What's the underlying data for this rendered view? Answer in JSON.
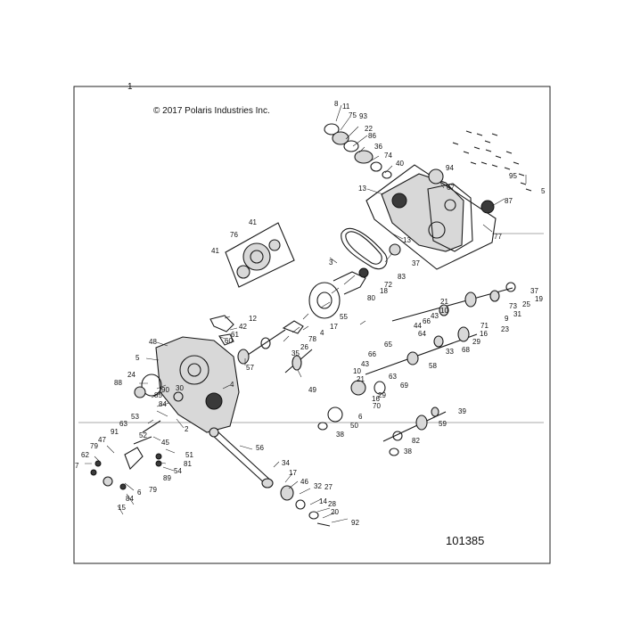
{
  "page_number": "1",
  "copyright": "© 2017 Polaris Industries Inc.",
  "figure_number": "101385",
  "callouts": [
    "8",
    "11",
    "75",
    "93",
    "22",
    "86",
    "36",
    "74",
    "40",
    "94",
    "67",
    "95",
    "5",
    "87",
    "13",
    "13",
    "77",
    "37",
    "83",
    "72",
    "18",
    "80",
    "3",
    "55",
    "17",
    "21",
    "10",
    "43",
    "66",
    "44",
    "64",
    "37",
    "19",
    "25",
    "31",
    "73",
    "9",
    "23",
    "71",
    "16",
    "29",
    "68",
    "76",
    "41",
    "41",
    "12",
    "42",
    "61",
    "60",
    "78",
    "26",
    "35",
    "57",
    "4",
    "65",
    "33",
    "66",
    "43",
    "10",
    "21",
    "58",
    "63",
    "49",
    "29",
    "16",
    "70",
    "69",
    "39",
    "59",
    "6",
    "50",
    "38",
    "82",
    "38",
    "48",
    "5",
    "24",
    "88",
    "30",
    "90",
    "85",
    "84",
    "4",
    "53",
    "52",
    "2",
    "63",
    "45",
    "91",
    "79",
    "47",
    "62",
    "7",
    "81",
    "51",
    "54",
    "89",
    "79",
    "6",
    "84",
    "15",
    "56",
    "34",
    "17",
    "46",
    "32",
    "27",
    "14",
    "28",
    "20",
    "92"
  ]
}
